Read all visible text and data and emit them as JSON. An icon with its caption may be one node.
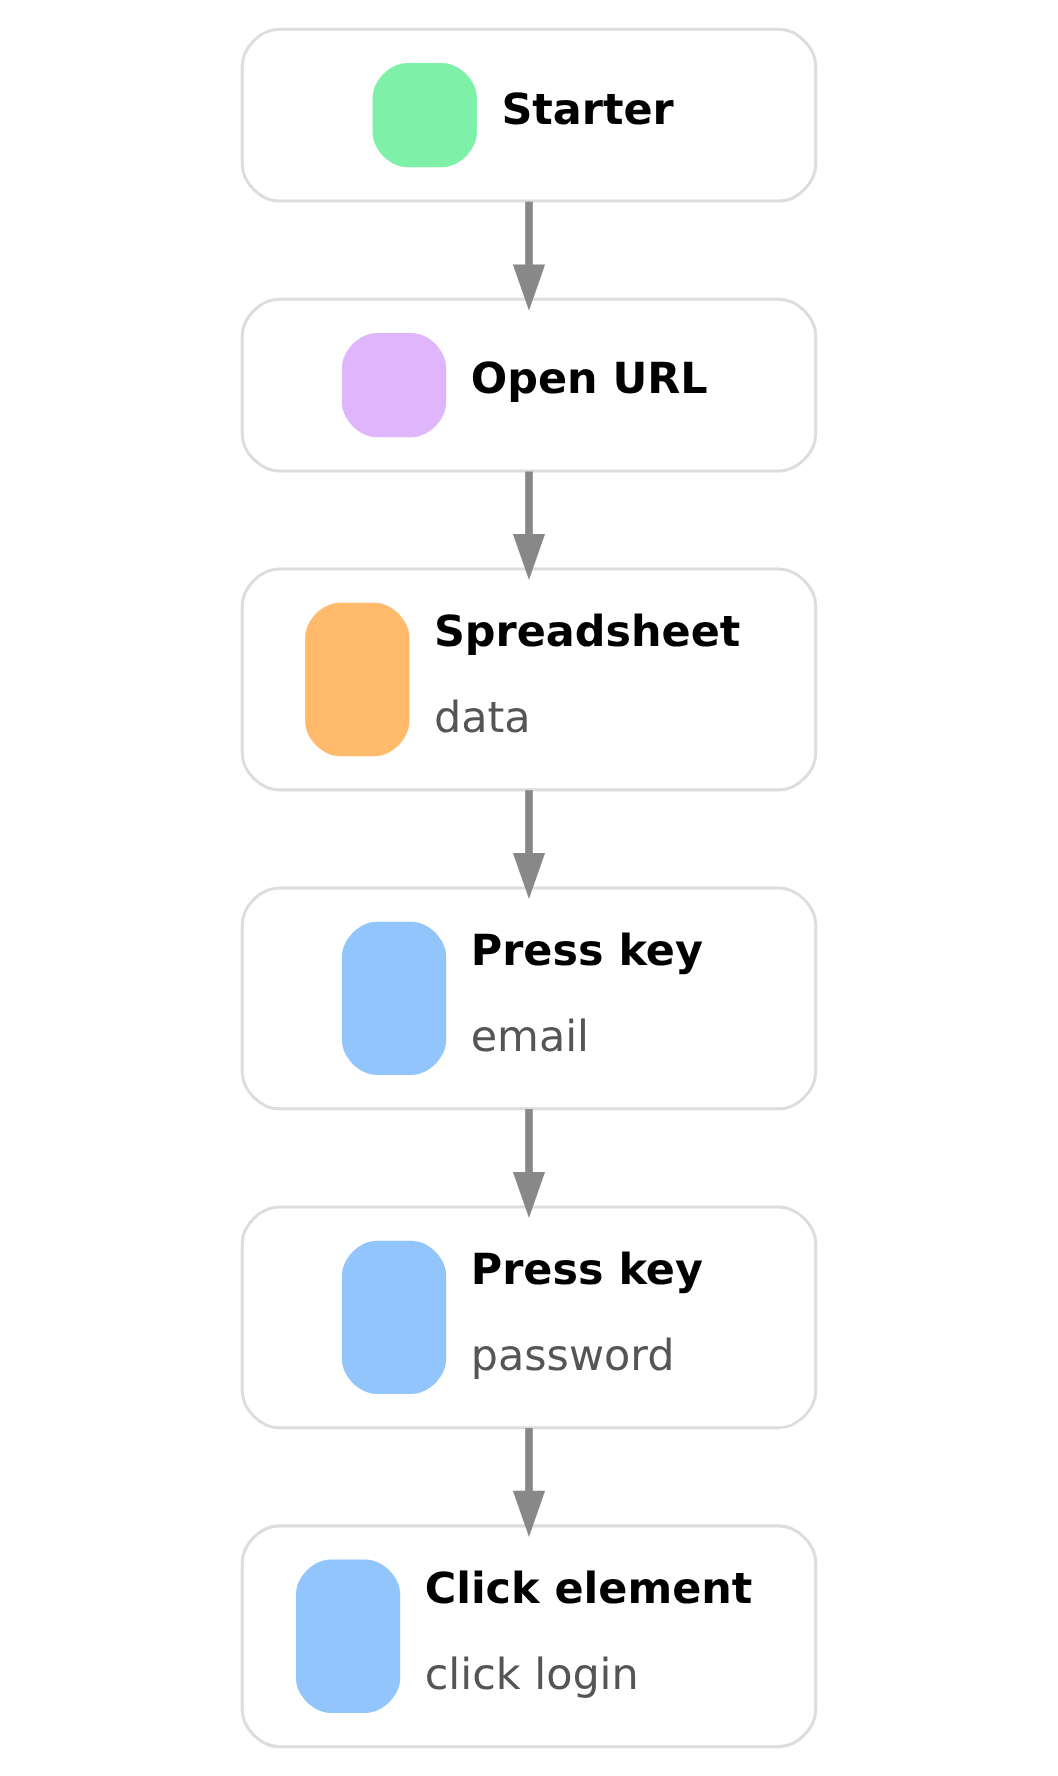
{
  "diagram": {
    "nodes": [
      {
        "text": [
          "Starter"
        ]
      },
      {
        "text": [
          "Open URL"
        ]
      },
      {
        "text": [
          "Spreadsheet",
          "data"
        ]
      },
      {
        "text": [
          "Press key",
          "email"
        ]
      },
      {
        "text": [
          "Press key",
          "password"
        ]
      },
      {
        "text": [
          "Click element",
          "click login"
        ]
      }
    ],
    "edges": [
      {
        "from": 0,
        "to": 1,
        "arrow": "to"
      },
      {
        "from": 1,
        "to": 2,
        "arrow": "to"
      },
      {
        "from": 2,
        "to": 3,
        "arrow": "to"
      },
      {
        "from": 3,
        "to": 4,
        "arrow": "to"
      },
      {
        "from": 4,
        "to": 5,
        "arrow": "to"
      }
    ]
  }
}
